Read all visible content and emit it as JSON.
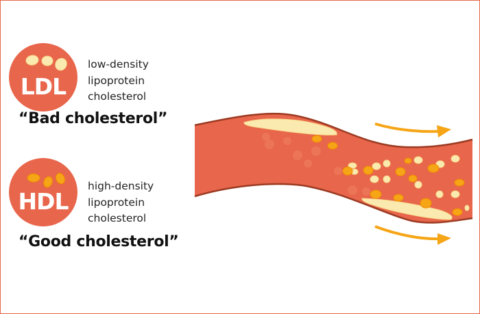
{
  "ldl": {
    "abbr": "LDL",
    "description": [
      "low-density",
      "lipoprotein",
      "cholesterol"
    ],
    "nickname": "“Bad cholesterol”"
  },
  "hdl": {
    "abbr": "HDL",
    "description": [
      "high-density",
      "lipoprotein",
      "cholesterol"
    ],
    "nickname": "“Good cholesterol”"
  },
  "colors": {
    "accent": "#e8664b",
    "vessel_wall": "#9b3a22",
    "plaque": "#fbeab0",
    "particle_hdl": "#f5a516",
    "arrow": "#f5a516",
    "border": "#e8664b"
  }
}
